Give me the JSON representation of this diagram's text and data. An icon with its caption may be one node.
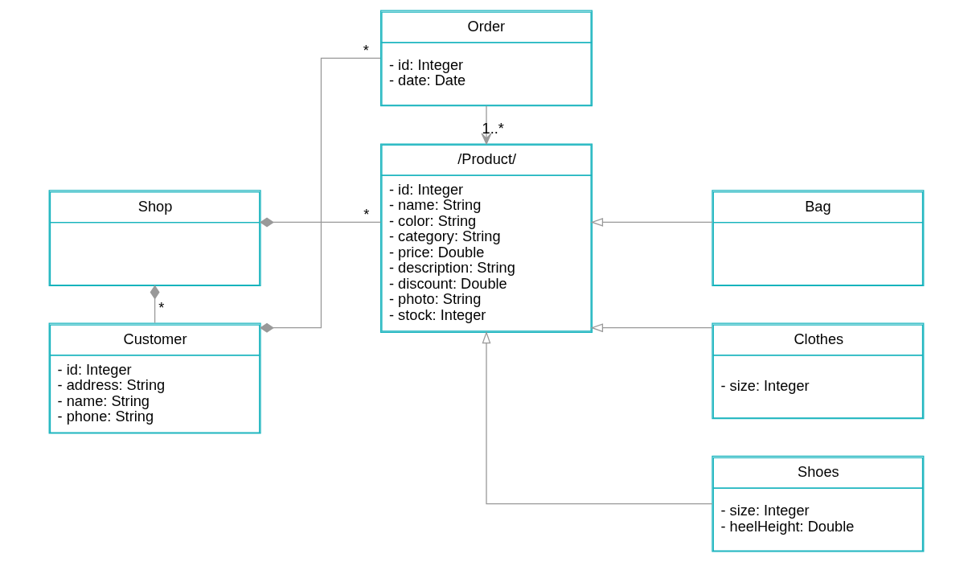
{
  "diagram": {
    "nodes": [
      {
        "text": [
          "Shop"
        ]
      },
      {
        "text": [
          "/Product/",
          "- id: Integer",
          "- name: String",
          "- color: String",
          "- category: String",
          "- price: Double",
          "- description: String",
          "- discount: Double",
          "- photo: String",
          "- stock: Integer"
        ]
      },
      {
        "text": [
          "Bag"
        ]
      },
      {
        "text": [
          "Clothes",
          "- size: Integer"
        ]
      },
      {
        "text": [
          "Shoes",
          "- size: Integer",
          "- heelHeight: Double"
        ]
      },
      {
        "text": [
          "Customer",
          "- id: Integer",
          "- address: String",
          "- name: String",
          "- phone: String"
        ]
      },
      {
        "text": [
          "Order",
          "- id: Integer",
          "- date: Date"
        ]
      }
    ],
    "edges": [
      {
        "from": 0,
        "to": 1,
        "arrow": "other",
        "label": "*"
      },
      {
        "from": 0,
        "to": 5,
        "arrow": "other",
        "label": "*"
      },
      {
        "from": 5,
        "to": 6,
        "arrow": "other",
        "label": "*"
      },
      {
        "from": 6,
        "to": 1,
        "arrow": "to",
        "label": "1..*"
      },
      {
        "from": 2,
        "to": 1,
        "arrow": "to"
      },
      {
        "from": 3,
        "to": 1,
        "arrow": "to"
      },
      {
        "from": 4,
        "to": 1,
        "arrow": "to"
      }
    ]
  }
}
